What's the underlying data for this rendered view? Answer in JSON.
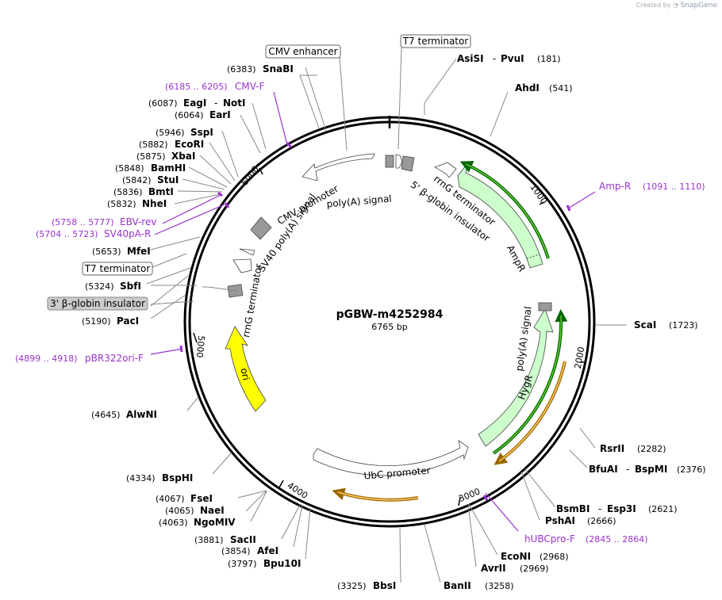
{
  "credit": {
    "prefix": "Created by",
    "brand": "SnapGene"
  },
  "plasmid": {
    "name": "pGBW-m4252984",
    "length": "6765 bp"
  },
  "ticks": [
    "1000",
    "2000",
    "3000",
    "4000",
    "5000",
    "6000"
  ],
  "enzymes": [
    {
      "name": "AsiSI",
      "name2": "PvuI",
      "pos": "(181)"
    },
    {
      "name": "AhdI",
      "pos": "(541)"
    },
    {
      "name": "ScaI",
      "pos": "(1723)"
    },
    {
      "name": "RsrII",
      "pos": "(2282)"
    },
    {
      "name": "BfuAI",
      "name2": "BspMI",
      "pos": "(2376)"
    },
    {
      "name": "BsmBI",
      "name2": "Esp3I",
      "pos": "(2621)"
    },
    {
      "name": "PshAI",
      "pos": "(2666)"
    },
    {
      "name": "EcoNI",
      "pos": "(2968)"
    },
    {
      "name": "AvrII",
      "pos": "(2969)"
    },
    {
      "name": "BanII",
      "pos": "(3258)"
    },
    {
      "name": "BbsI",
      "pos": "(3325)"
    },
    {
      "name": "Bpu10I",
      "pos": "(3797)"
    },
    {
      "name": "AfeI",
      "pos": "(3854)"
    },
    {
      "name": "SacII",
      "pos": "(3881)"
    },
    {
      "name": "NgoMIV",
      "pos": "(4063)"
    },
    {
      "name": "NaeI",
      "pos": "(4065)"
    },
    {
      "name": "FseI",
      "pos": "(4067)"
    },
    {
      "name": "BspHI",
      "pos": "(4334)"
    },
    {
      "name": "AlwNI",
      "pos": "(4645)"
    },
    {
      "name": "PacI",
      "pos": "(5190)"
    },
    {
      "name": "SbfI",
      "pos": "(5324)"
    },
    {
      "name": "MfeI",
      "pos": "(5653)"
    },
    {
      "name": "NheI",
      "pos": "(5832)"
    },
    {
      "name": "BmtI",
      "pos": "(5836)"
    },
    {
      "name": "StuI",
      "pos": "(5842)"
    },
    {
      "name": "BamHI",
      "pos": "(5848)"
    },
    {
      "name": "XbaI",
      "pos": "(5875)"
    },
    {
      "name": "EcoRI",
      "pos": "(5882)"
    },
    {
      "name": "SspI",
      "pos": "(5946)"
    },
    {
      "name": "EarI",
      "pos": "(6064)"
    },
    {
      "name": "EagI",
      "name2": "NotI",
      "pos": "(6087)"
    },
    {
      "name": "SnaBI",
      "pos": "(6383)"
    }
  ],
  "primers": [
    {
      "name": "Amp-R",
      "range": "(1091 .. 1110)"
    },
    {
      "name": "hUBCpro-F",
      "range": "(2845 .. 2864)"
    },
    {
      "name": "pBR322ori-F",
      "range": "(4899 .. 4918)"
    },
    {
      "name": "SV40pA-R",
      "range": "(5704 .. 5723)"
    },
    {
      "name": "EBV-rev",
      "range": "(5758 .. 5777)"
    },
    {
      "name": "CMV-F",
      "range": "(6185 .. 6205)"
    }
  ],
  "boxed_features": [
    "T7 terminator",
    "CMV enhancer",
    "T7 terminator",
    "3' β-globin insulator"
  ],
  "features": [
    {
      "name": "AmpR",
      "color": "#ccffcc"
    },
    {
      "name": "HygR",
      "color": "#ccffcc"
    },
    {
      "name": "ori",
      "color": "#ffff00"
    },
    {
      "name": "UbC promoter",
      "color": "#ffffff"
    },
    {
      "name": "CMV promoter",
      "color": "#ffffff"
    },
    {
      "name": "rrnG terminator",
      "color": "#ffffff"
    },
    {
      "name": "5' β-globin insulator",
      "color": "#999999"
    },
    {
      "name": "poly(A) signal",
      "color": "#999999"
    },
    {
      "name": "poly(A) signal",
      "color": "#999999"
    },
    {
      "name": "SV40 poly(A) signal",
      "color": "#999999"
    },
    {
      "name": "rrnG terminator",
      "color": "#ffffff"
    }
  ],
  "colors": {
    "primer": "#9933cc",
    "orf_edge": "#006600",
    "orf_fill": "#66cc33",
    "orf2_edge": "#996600",
    "orf2_fill": "#ffcc66",
    "gray_feature": "#999999",
    "boxed_bg_gray": "#cccccc"
  }
}
